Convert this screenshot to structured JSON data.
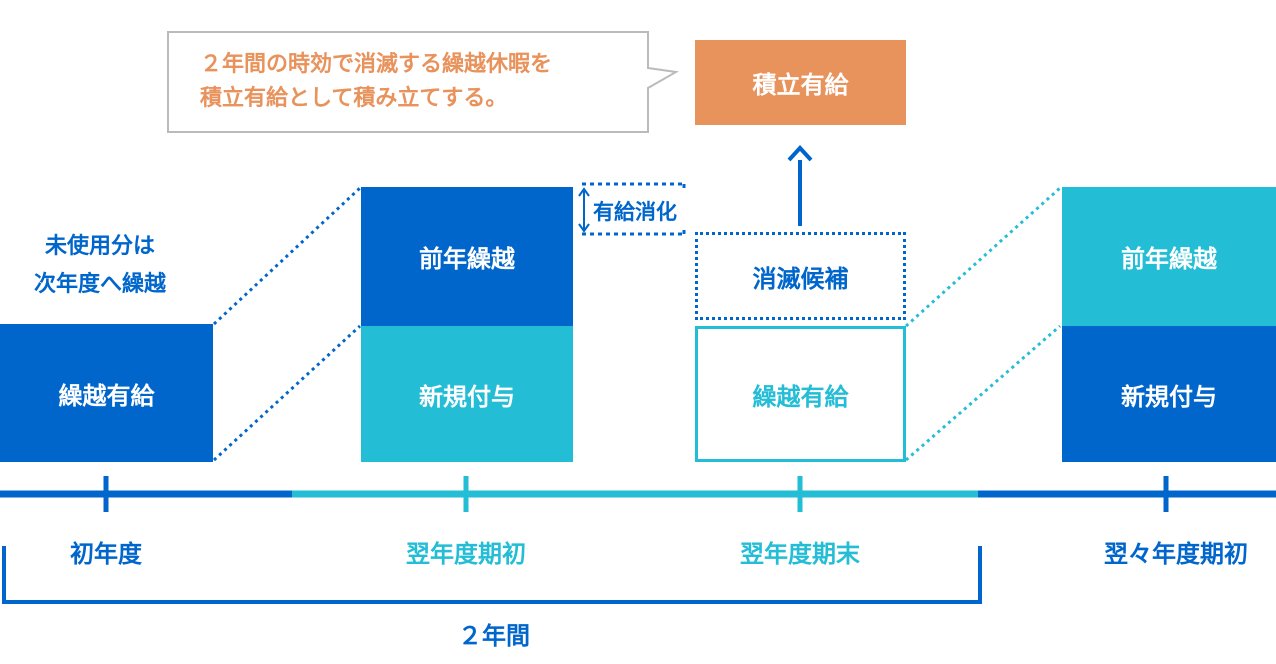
{
  "callout": {
    "line1": "２年間の時効で消滅する繰越休暇を",
    "line2": "積立有給として積み立てする。"
  },
  "boxes": {
    "savings": "積立有給",
    "first_year_carryover": "繰越有給",
    "next_start_prev": "前年繰越",
    "next_start_new": "新規付与",
    "expire_candidate": "消滅候補",
    "next_end_carryover": "繰越有給",
    "year3_prev": "前年繰越",
    "year3_new": "新規付与"
  },
  "notes": {
    "unused_line1": "未使用分は",
    "unused_line2": "次年度へ繰越",
    "consumed": "有給消化"
  },
  "timeline": {
    "labels": [
      "初年度",
      "翌年度期初",
      "翌年度期末",
      "翌々年度期初"
    ],
    "span_label": "２年間"
  },
  "colors": {
    "dark_blue": "#0066CC",
    "light_blue": "#23BDD6",
    "orange": "#E8925C",
    "callout_border": "#BBBBBB"
  }
}
